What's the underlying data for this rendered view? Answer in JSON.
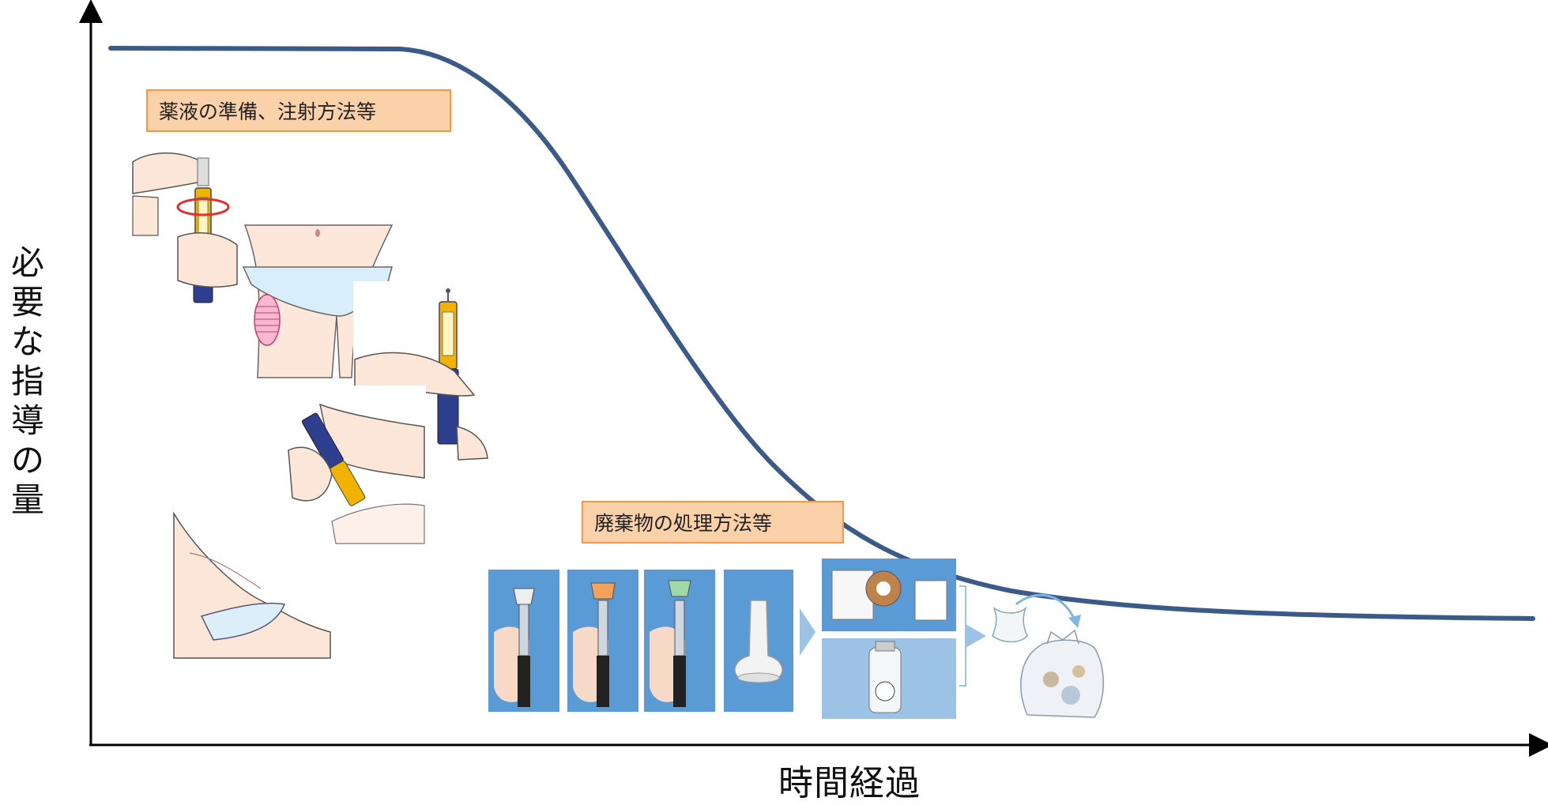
{
  "axes": {
    "ylabel": "必要な指導の量",
    "xlabel": "時間経過"
  },
  "callouts": {
    "preparation": "薬液の準備、注射方法等",
    "disposal": "廃棄物の処理方法等"
  },
  "colors": {
    "curve": "#3c5a88",
    "axis": "#000000",
    "callout_fill": "#fbd1a9",
    "callout_border": "#f79646",
    "panel_blue": "#5b9bd5"
  },
  "illustrations": {
    "preparation": [
      "hand-turning-pen-dial",
      "abdomen-thigh-injection-sites",
      "pen-held-upright",
      "hand-injecting-pen",
      "wiping-skin-with-cotton"
    ],
    "disposal": [
      "needle-cap-removal-step1",
      "needle-cap-removal-step2",
      "needle-cap-removal-step3",
      "needle-cap",
      "sharps-box-and-paper-box",
      "plastic-bottle-container",
      "small-bag-icon",
      "garbage-bag-icon"
    ]
  }
}
